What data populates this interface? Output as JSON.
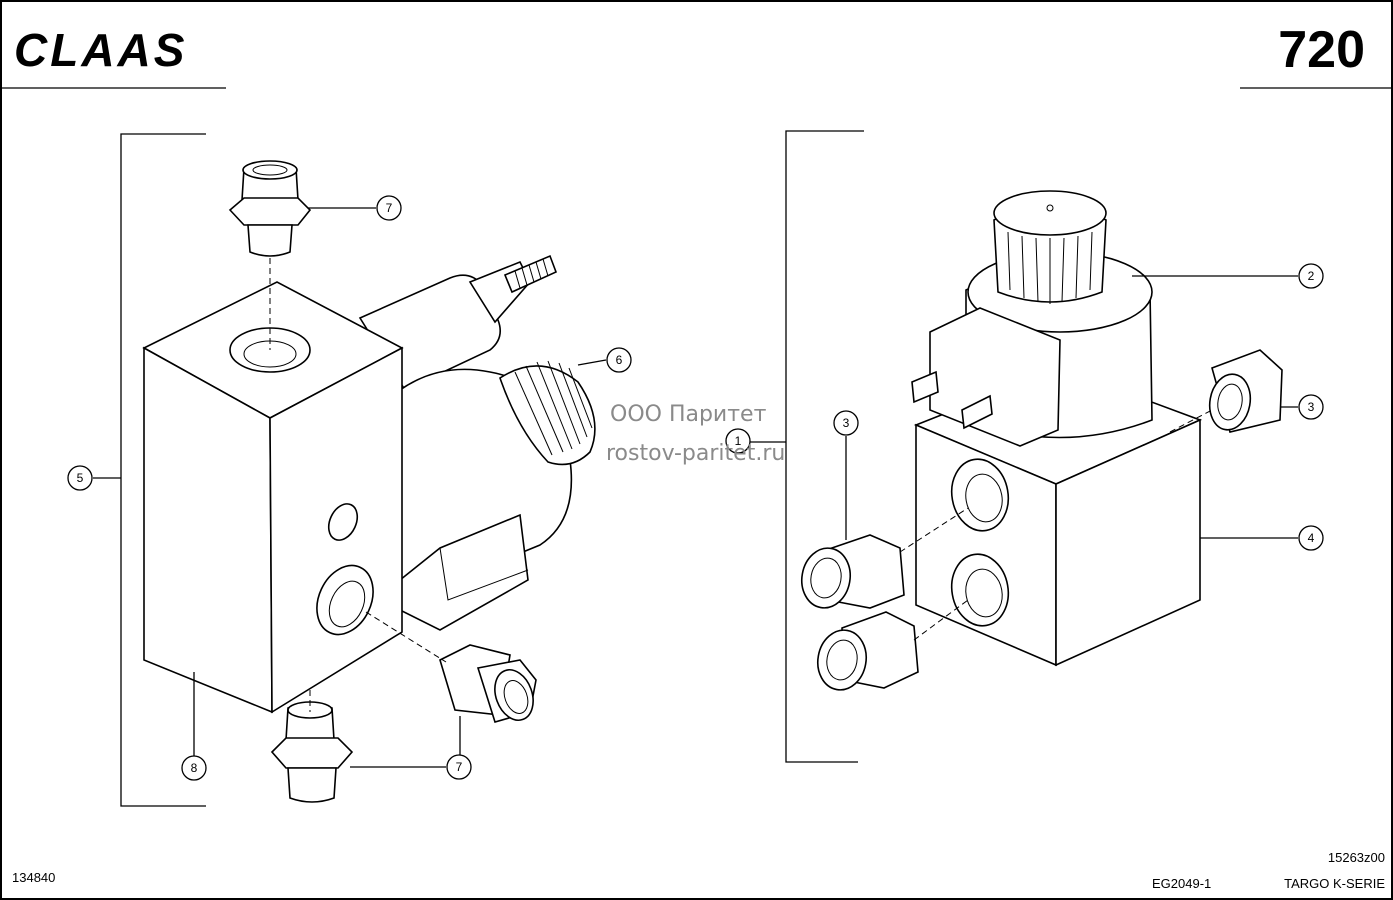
{
  "header": {
    "brand": "CLAAS",
    "page_number": "720"
  },
  "watermark": {
    "line1": "ООО Паритет",
    "line2": "rostov-paritet.ru"
  },
  "footer": {
    "left_code": "134840",
    "drawing_code": "15263z00",
    "group_code": "EG2049-1",
    "series": "TARGO K-SERIE"
  },
  "callouts": {
    "c1": "1",
    "c2": "2",
    "c3a": "3",
    "c3b": "3",
    "c4": "4",
    "c5": "5",
    "c6": "6",
    "c7a": "7",
    "c7b": "7",
    "c8": "8"
  }
}
